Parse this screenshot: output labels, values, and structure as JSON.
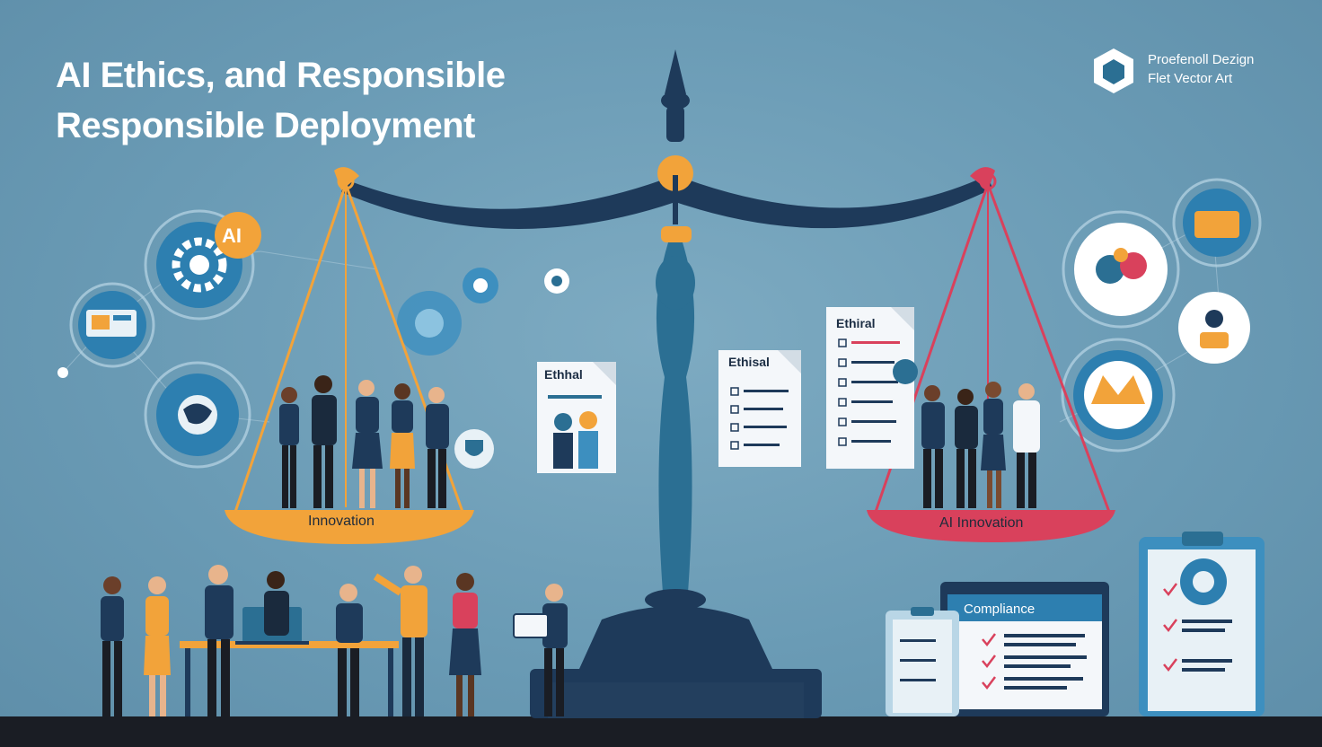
{
  "title": {
    "line1": "AI Ethics, and Responsible",
    "line2": "Responsible Deployment"
  },
  "brand": {
    "line1": "Proefenoll Dezign",
    "line2": "Flet Vector Art"
  },
  "scale": {
    "left_pan_label": "Innovation",
    "right_pan_label": "AI Innovation"
  },
  "badges": {
    "ai_text": "AI"
  },
  "documents": {
    "left_title": "Ethhal",
    "middle_title": "Ethisal",
    "right_title": "Ethiral"
  },
  "panels": {
    "compliance_title": "Compliance"
  },
  "colors": {
    "background": "#6a9bb5",
    "scale_navy": "#1e3a5a",
    "scale_teal": "#2b6f93",
    "accent_orange": "#f2a33a",
    "accent_red": "#d9415c",
    "floor": "#1a1d24"
  },
  "icons": [
    "gear-icon",
    "globe-icon",
    "shield-icon",
    "checklist-icon",
    "laptop-icon",
    "clipboard-icon",
    "brand-logo-icon"
  ]
}
